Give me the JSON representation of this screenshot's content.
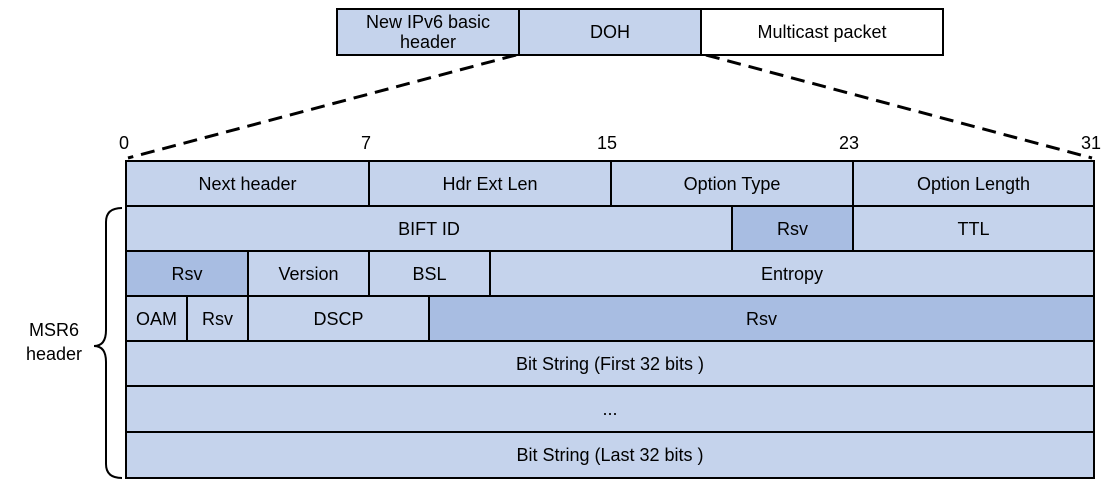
{
  "top_packet": {
    "basic_header": "New IPv6 basic header",
    "doh": "DOH",
    "multicast": "Multicast packet"
  },
  "bit_positions": [
    "0",
    "7",
    "15",
    "23",
    "31"
  ],
  "rows": {
    "r1": {
      "next_header": "Next header",
      "hdr_ext_len": "Hdr Ext Len",
      "option_type": "Option Type",
      "option_length": "Option Length"
    },
    "r2": {
      "bift_id": "BIFT ID",
      "rsv": "Rsv",
      "ttl": "TTL"
    },
    "r3": {
      "rsv": "Rsv",
      "version": "Version",
      "bsl": "BSL",
      "entropy": "Entropy"
    },
    "r4": {
      "oam": "OAM",
      "rsv1": "Rsv",
      "dscp": "DSCP",
      "rsv2": "Rsv"
    },
    "r5": {
      "bit_string_first": "Bit String (First 32 bits )"
    },
    "r6": {
      "ellipsis": "..."
    },
    "r7": {
      "bit_string_last": "Bit String (Last 32 bits )"
    }
  },
  "msr6_label": {
    "line1": "MSR6",
    "line2": "header"
  },
  "colors": {
    "light_fill": "#c5d3ec",
    "dark_fill": "#a8bde2",
    "border": "#000000"
  }
}
